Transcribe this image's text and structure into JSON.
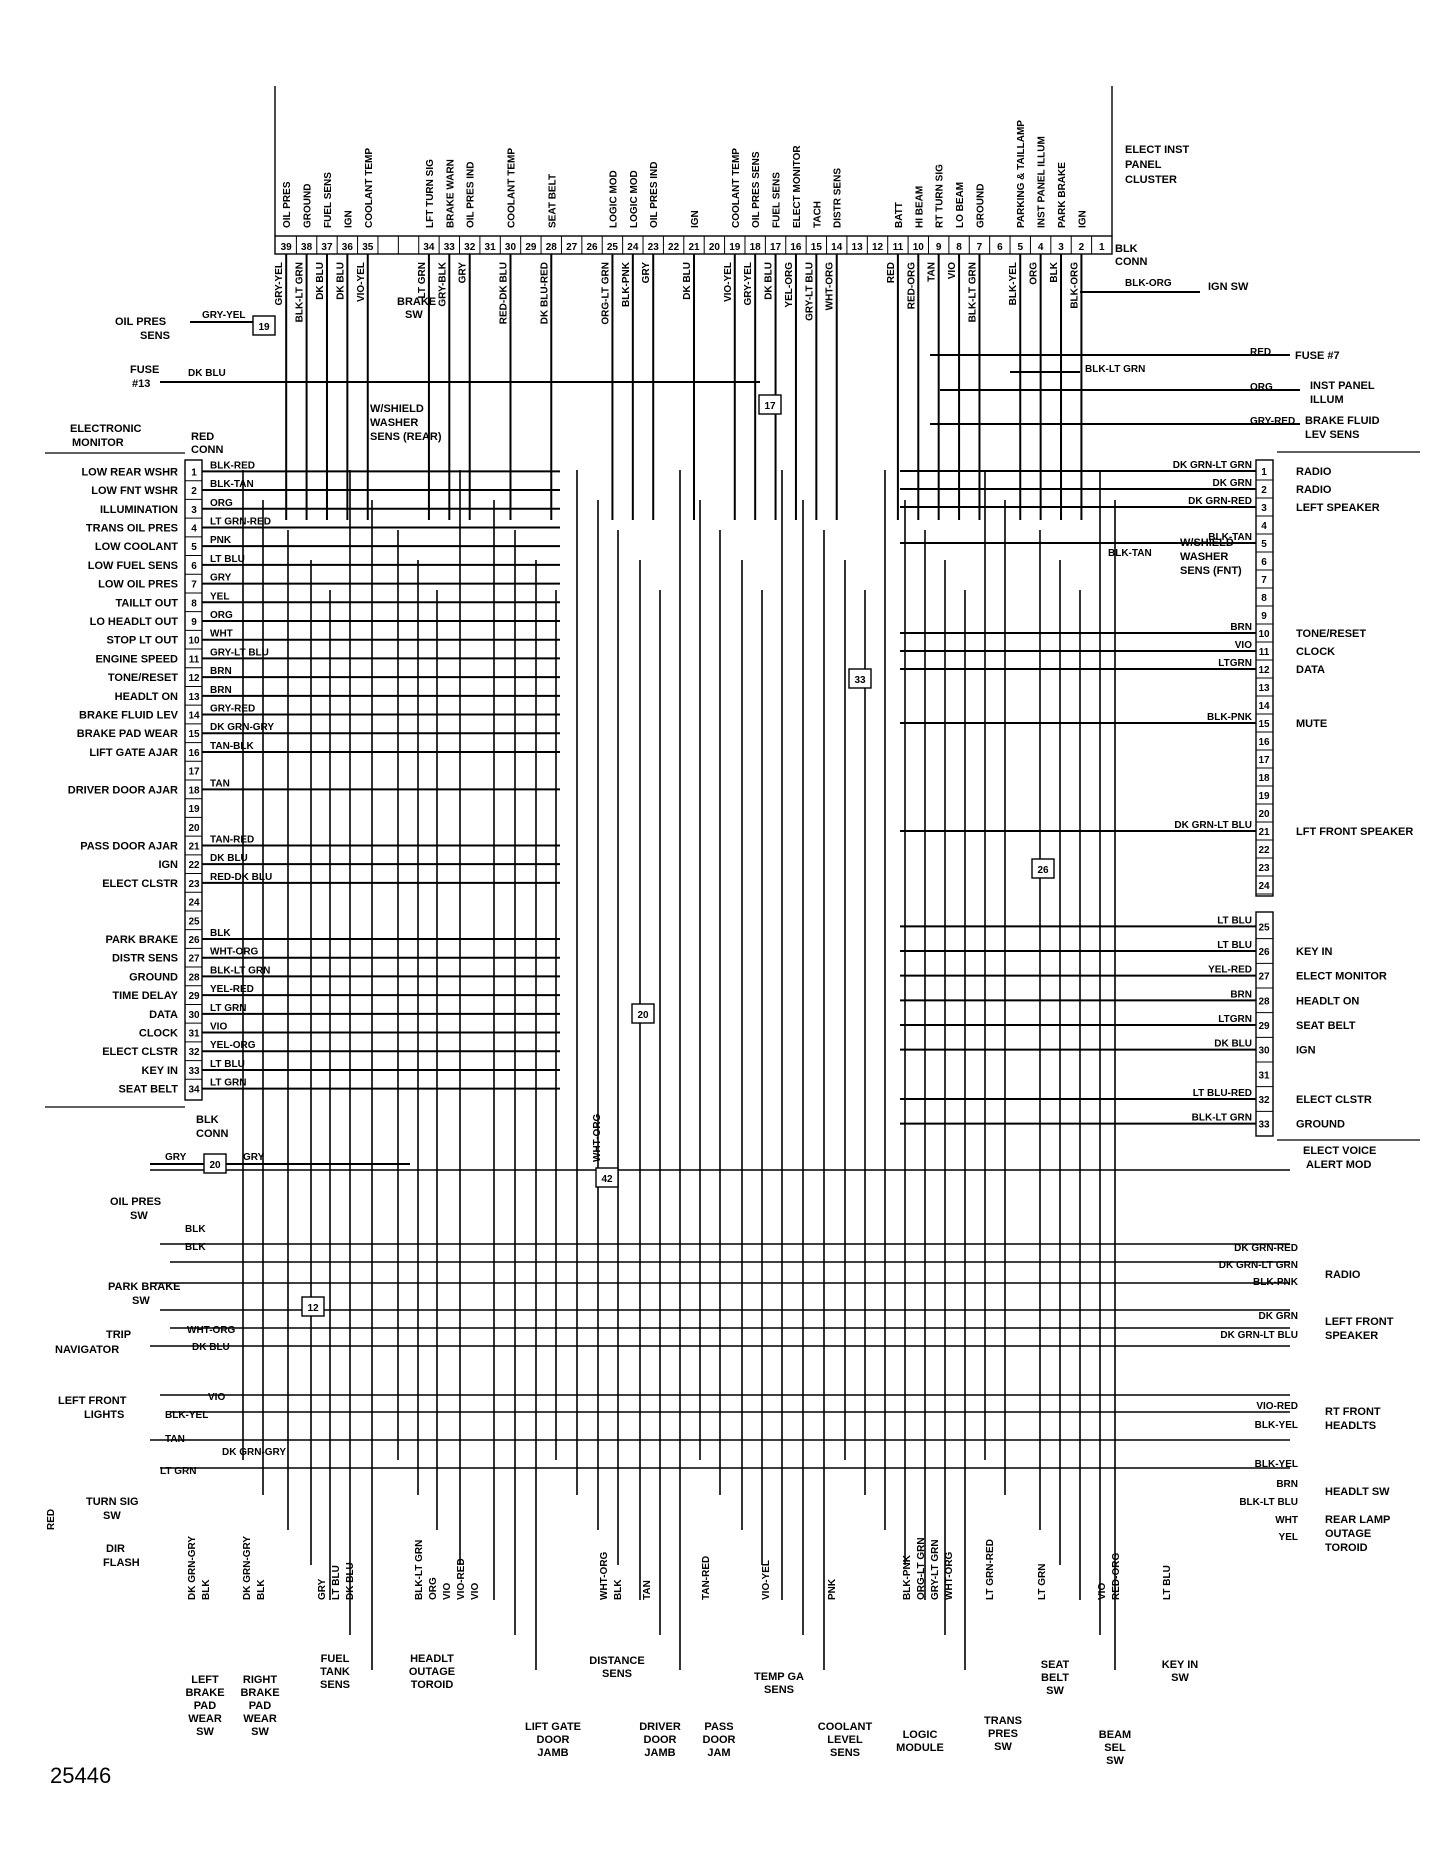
{
  "figure_number": "25446",
  "cluster": {
    "title": [
      "ELECT INST",
      "PANEL",
      "CLUSTER"
    ],
    "conn_label": [
      "BLK",
      "CONN"
    ],
    "pins": [
      {
        "num": "39",
        "func": "OIL PRES",
        "wire": "GRY-YEL"
      },
      {
        "num": "38",
        "func": "GROUND",
        "wire": "BLK-LT GRN"
      },
      {
        "num": "37",
        "func": "FUEL SENS",
        "wire": "DK BLU"
      },
      {
        "num": "36",
        "func": "IGN",
        "wire": "DK BLU"
      },
      {
        "num": "35",
        "func": "COOLANT TEMP",
        "wire": "VIO-YEL"
      },
      {
        "num": "",
        "func": "",
        "wire": ""
      },
      {
        "num": "",
        "func": "",
        "wire": ""
      },
      {
        "num": "34",
        "func": "LFT TURN SIG",
        "wire": "LT GRN"
      },
      {
        "num": "33",
        "func": "BRAKE WARN",
        "wire": "GRY-BLK"
      },
      {
        "num": "32",
        "func": "OIL PRES IND",
        "wire": "GRY"
      },
      {
        "num": "31",
        "func": "",
        "wire": ""
      },
      {
        "num": "30",
        "func": "COOLANT TEMP",
        "wire": "RED-DK BLU"
      },
      {
        "num": "29",
        "func": "",
        "wire": ""
      },
      {
        "num": "28",
        "func": "SEAT BELT",
        "wire": "DK BLU-RED"
      },
      {
        "num": "27",
        "func": "",
        "wire": ""
      },
      {
        "num": "26",
        "func": "",
        "wire": ""
      },
      {
        "num": "25",
        "func": "LOGIC MOD",
        "wire": "ORG-LT GRN"
      },
      {
        "num": "24",
        "func": "LOGIC MOD",
        "wire": "BLK-PNK"
      },
      {
        "num": "23",
        "func": "OIL PRES IND",
        "wire": "GRY"
      },
      {
        "num": "22",
        "func": "",
        "wire": ""
      },
      {
        "num": "21",
        "func": "IGN",
        "wire": "DK BLU"
      },
      {
        "num": "20",
        "func": "",
        "wire": ""
      },
      {
        "num": "19",
        "func": "COOLANT TEMP",
        "wire": "VIO-YEL"
      },
      {
        "num": "18",
        "func": "OIL PRES SENS",
        "wire": "GRY-YEL"
      },
      {
        "num": "17",
        "func": "FUEL SENS",
        "wire": "DK BLU"
      },
      {
        "num": "16",
        "func": "ELECT MONITOR",
        "wire": "YEL-ORG"
      },
      {
        "num": "15",
        "func": "TACH",
        "wire": "GRY-LT BLU"
      },
      {
        "num": "14",
        "func": "DISTR SENS",
        "wire": "WHT-ORG"
      },
      {
        "num": "13",
        "func": "",
        "wire": ""
      },
      {
        "num": "12",
        "func": "",
        "wire": ""
      },
      {
        "num": "11",
        "func": "BATT",
        "wire": "RED"
      },
      {
        "num": "10",
        "func": "HI BEAM",
        "wire": "RED-ORG"
      },
      {
        "num": "9",
        "func": "RT TURN SIG",
        "wire": "TAN"
      },
      {
        "num": "8",
        "func": "LO BEAM",
        "wire": "VIO"
      },
      {
        "num": "7",
        "func": "GROUND",
        "wire": "BLK-LT GRN"
      },
      {
        "num": "6",
        "func": "",
        "wire": ""
      },
      {
        "num": "5",
        "func": "PARKING & TAILLAMP",
        "wire": "BLK-YEL"
      },
      {
        "num": "4",
        "func": "INST PANEL ILLUM",
        "wire": "ORG"
      },
      {
        "num": "3",
        "func": "PARK BRAKE",
        "wire": "BLK"
      },
      {
        "num": "2",
        "func": "IGN",
        "wire": "BLK-ORG"
      },
      {
        "num": "1",
        "func": "",
        "wire": ""
      }
    ]
  },
  "monitor": {
    "title": [
      "ELECTRONIC",
      "MONITOR"
    ],
    "conn_top": [
      "RED",
      "CONN"
    ],
    "conn_bottom": [
      "BLK",
      "CONN"
    ],
    "pins": [
      {
        "num": "1",
        "func": "LOW REAR WSHR",
        "wire": "BLK-RED"
      },
      {
        "num": "2",
        "func": "LOW FNT WSHR",
        "wire": "BLK-TAN"
      },
      {
        "num": "3",
        "func": "ILLUMINATION",
        "wire": "ORG"
      },
      {
        "num": "4",
        "func": "TRANS OIL PRES",
        "wire": "LT GRN-RED"
      },
      {
        "num": "5",
        "func": "LOW COOLANT",
        "wire": "PNK"
      },
      {
        "num": "6",
        "func": "LOW FUEL SENS",
        "wire": "LT BLU"
      },
      {
        "num": "7",
        "func": "LOW OIL PRES",
        "wire": "GRY"
      },
      {
        "num": "8",
        "func": "TAILLT OUT",
        "wire": "YEL"
      },
      {
        "num": "9",
        "func": "LO HEADLT OUT",
        "wire": "ORG"
      },
      {
        "num": "10",
        "func": "STOP LT OUT",
        "wire": "WHT"
      },
      {
        "num": "11",
        "func": "ENGINE SPEED",
        "wire": "GRY-LT BLU"
      },
      {
        "num": "12",
        "func": "TONE/RESET",
        "wire": "BRN"
      },
      {
        "num": "13",
        "func": "HEADLT ON",
        "wire": "BRN"
      },
      {
        "num": "14",
        "func": "BRAKE FLUID LEV",
        "wire": "GRY-RED"
      },
      {
        "num": "15",
        "func": "BRAKE PAD WEAR",
        "wire": "DK GRN-GRY"
      },
      {
        "num": "16",
        "func": "LIFT GATE AJAR",
        "wire": "TAN-BLK"
      },
      {
        "num": "17",
        "func": "",
        "wire": ""
      },
      {
        "num": "18",
        "func": "DRIVER DOOR AJAR",
        "wire": "TAN"
      },
      {
        "num": "19",
        "func": "",
        "wire": ""
      },
      {
        "num": "20",
        "func": "",
        "wire": ""
      },
      {
        "num": "21",
        "func": "PASS DOOR AJAR",
        "wire": "TAN-RED"
      },
      {
        "num": "22",
        "func": "IGN",
        "wire": "DK BLU"
      },
      {
        "num": "23",
        "func": "ELECT CLSTR",
        "wire": "RED-DK BLU"
      },
      {
        "num": "24",
        "func": "",
        "wire": ""
      },
      {
        "num": "25",
        "func": "",
        "wire": ""
      },
      {
        "num": "26",
        "func": "PARK BRAKE",
        "wire": "BLK"
      },
      {
        "num": "27",
        "func": "DISTR SENS",
        "wire": "WHT-ORG"
      },
      {
        "num": "28",
        "func": "GROUND",
        "wire": "BLK-LT GRN"
      },
      {
        "num": "29",
        "func": "TIME DELAY",
        "wire": "YEL-RED"
      },
      {
        "num": "30",
        "func": "DATA",
        "wire": "LT GRN"
      },
      {
        "num": "31",
        "func": "CLOCK",
        "wire": "VIO"
      },
      {
        "num": "32",
        "func": "ELECT CLSTR",
        "wire": "YEL-ORG"
      },
      {
        "num": "33",
        "func": "KEY IN",
        "wire": "LT BLU"
      },
      {
        "num": "34",
        "func": "SEAT BELT",
        "wire": "LT GRN"
      }
    ]
  },
  "voice": {
    "title": [
      "ELECT VOICE",
      "ALERT MOD"
    ],
    "pins": [
      {
        "num": "1",
        "func": "RADIO",
        "wire": "DK GRN-LT GRN"
      },
      {
        "num": "2",
        "func": "RADIO",
        "wire": "DK GRN"
      },
      {
        "num": "3",
        "func": "LEFT SPEAKER",
        "wire": "DK GRN-RED"
      },
      {
        "num": "4",
        "func": "",
        "wire": ""
      },
      {
        "num": "5",
        "func": "",
        "wire": "BLK-TAN"
      },
      {
        "num": "6",
        "func": "",
        "wire": ""
      },
      {
        "num": "7",
        "func": "",
        "wire": ""
      },
      {
        "num": "8",
        "func": "",
        "wire": ""
      },
      {
        "num": "9",
        "func": "",
        "wire": ""
      },
      {
        "num": "10",
        "func": "TONE/RESET",
        "wire": "BRN"
      },
      {
        "num": "11",
        "func": "CLOCK",
        "wire": "VIO"
      },
      {
        "num": "12",
        "func": "DATA",
        "wire": "LTGRN"
      },
      {
        "num": "13",
        "func": "",
        "wire": ""
      },
      {
        "num": "14",
        "func": "",
        "wire": ""
      },
      {
        "num": "15",
        "func": "MUTE",
        "wire": "BLK-PNK"
      },
      {
        "num": "16",
        "func": "",
        "wire": ""
      },
      {
        "num": "17",
        "func": "",
        "wire": ""
      },
      {
        "num": "18",
        "func": "",
        "wire": ""
      },
      {
        "num": "19",
        "func": "",
        "wire": ""
      },
      {
        "num": "20",
        "func": "",
        "wire": ""
      },
      {
        "num": "21",
        "func": "LFT FRONT SPEAKER",
        "wire": "DK GRN-LT BLU"
      },
      {
        "num": "22",
        "func": "",
        "wire": ""
      },
      {
        "num": "23",
        "func": "",
        "wire": ""
      },
      {
        "num": "24",
        "func": "",
        "wire": ""
      },
      {
        "num": "25",
        "func": "",
        "wire": "LT BLU"
      },
      {
        "num": "26",
        "func": "KEY IN",
        "wire": "LT BLU"
      },
      {
        "num": "27",
        "func": "ELECT MONITOR",
        "wire": "YEL-RED"
      },
      {
        "num": "28",
        "func": "HEADLT ON",
        "wire": "BRN"
      },
      {
        "num": "29",
        "func": "SEAT BELT",
        "wire": "LTGRN"
      },
      {
        "num": "30",
        "func": "IGN",
        "wire": "DK BLU"
      },
      {
        "num": "31",
        "func": "",
        "wire": ""
      },
      {
        "num": "32",
        "func": "ELECT CLSTR",
        "wire": "LT BLU-RED"
      },
      {
        "num": "33",
        "func": "GROUND",
        "wire": "BLK-LT GRN"
      }
    ]
  },
  "top_right_labels": [
    {
      "wire": "BLK-ORG",
      "text": [
        "IGN SW"
      ]
    },
    {
      "wire": "RED",
      "text": [
        "FUSE #7"
      ]
    },
    {
      "wire": "BLK-LT GRN",
      "text": [
        ""
      ]
    },
    {
      "wire": "ORG",
      "text": [
        "INST PANEL",
        "ILLUM"
      ]
    },
    {
      "wire": "GRY-RED",
      "text": [
        "BRAKE FLUID",
        "LEV SENS"
      ]
    }
  ],
  "top_left_labels": {
    "oil_pres_sens": [
      "OIL PRES",
      "SENS"
    ],
    "oil_pres_wire": "GRY-YEL",
    "fuse13": [
      "FUSE",
      "#13"
    ],
    "fuse13_wire": "DK BLU",
    "brake_sw": [
      "BRAKE",
      "SW"
    ],
    "wshield_rear": [
      "W/SHIELD",
      "WASHER",
      "SENS (REAR)"
    ],
    "wshield_fnt": [
      "W/SHIELD",
      "WASHER",
      "SENS (FNT)"
    ],
    "wshield_fnt_wire": "BLK-TAN"
  },
  "left_labels": {
    "oil_pres_sw": [
      "OIL PRES",
      "SW"
    ],
    "oil_pres_sw_wire": "GRY",
    "park_brake_sw": [
      "PARK BRAKE",
      "SW"
    ],
    "park_brake_wire": "BLK",
    "trip_nav": [
      "TRIP",
      "NAVIGATOR"
    ],
    "trip_wire_1": "WHT-ORG",
    "trip_wire_2": "DK BLU",
    "left_front_lights": [
      "LEFT FRONT",
      "LIGHTS"
    ],
    "lfl_wire_1": "VIO",
    "lfl_wire_2": "BLK-YEL",
    "turn_sig_sw": [
      "TURN SIG",
      "SW"
    ],
    "turn_wire_1": "TAN",
    "turn_wire_2": "LT GRN",
    "turn_wire_3": "DK GRN-GRY",
    "dir_flash": [
      "DIR",
      "FLASH"
    ],
    "red_wire": "RED"
  },
  "right_bottom_labels": [
    {
      "wires": [
        "DK GRN-RED",
        "DK GRN-LT GRN",
        "BLK-PNK"
      ],
      "text": [
        "RADIO"
      ]
    },
    {
      "wires": [
        "DK GRN",
        "DK GRN-LT BLU"
      ],
      "text": [
        "LEFT FRONT",
        "SPEAKER"
      ]
    },
    {
      "wires": [
        "VIO-RED",
        "BLK-YEL"
      ],
      "text": [
        "RT FRONT",
        "HEADLTS"
      ]
    },
    {
      "wires": [
        "BLK-YEL",
        "BRN"
      ],
      "text": [
        "HEADLT SW"
      ]
    },
    {
      "wires": [
        "BLK-LT BLU",
        "WHT",
        "YEL"
      ],
      "text": [
        "REAR LAMP",
        "OUTAGE",
        "TOROID"
      ]
    }
  ],
  "splices": [
    "19",
    "17",
    "33",
    "26",
    "20",
    "42",
    "12",
    "20"
  ],
  "bottom_components": [
    {
      "text": [
        "LEFT",
        "BRAKE",
        "PAD",
        "WEAR",
        "SW"
      ],
      "wires": [
        "DK GRN-GRY",
        "BLK"
      ]
    },
    {
      "text": [
        "RIGHT",
        "BRAKE",
        "PAD",
        "WEAR",
        "SW"
      ],
      "wires": [
        "DK GRN-GRY",
        "BLK"
      ]
    },
    {
      "text": [
        "FUEL",
        "TANK",
        "SENS"
      ],
      "wires": [
        "GRY",
        "LT BLU",
        "DK BLU"
      ]
    },
    {
      "text": [
        "HEADLT",
        "OUTAGE",
        "TOROID"
      ],
      "wires": [
        "BLK-LT GRN",
        "ORG",
        "VIO",
        "VIO-RED",
        "VIO"
      ]
    },
    {
      "text": [
        "LIFT GATE",
        "DOOR",
        "JAMB"
      ],
      "wires": []
    },
    {
      "text": [
        "DISTANCE",
        "SENS"
      ],
      "wires": [
        "WHT-ORG",
        "BLK"
      ]
    },
    {
      "text": [
        "DRIVER",
        "DOOR",
        "JAMB"
      ],
      "wires": [
        "TAN"
      ]
    },
    {
      "text": [
        "PASS",
        "DOOR",
        "JAM"
      ],
      "wires": [
        "TAN-RED"
      ]
    },
    {
      "text": [
        "TEMP GA",
        "SENS"
      ],
      "wires": [
        "VIO-YEL"
      ]
    },
    {
      "text": [
        "COOLANT",
        "LEVEL",
        "SENS"
      ],
      "wires": [
        "PNK"
      ]
    },
    {
      "text": [
        "LOGIC",
        "MODULE"
      ],
      "wires": [
        "BLK-PNK",
        "ORG-LT GRN",
        "GRY-LT GRN",
        "WHT-ORG"
      ]
    },
    {
      "text": [
        "TRANS",
        "PRES",
        "SW"
      ],
      "wires": [
        "LT GRN-RED"
      ]
    },
    {
      "text": [
        "SEAT",
        "BELT",
        "SW"
      ],
      "wires": [
        "LT GRN"
      ]
    },
    {
      "text": [
        "BEAM",
        "SEL",
        "SW"
      ],
      "wires": [
        "VIO",
        "RED-ORG"
      ]
    },
    {
      "text": [
        "KEY IN",
        "SW"
      ],
      "wires": [
        "LT BLU"
      ]
    }
  ],
  "misc_vertical_wires": [
    "WHT-ORG"
  ]
}
